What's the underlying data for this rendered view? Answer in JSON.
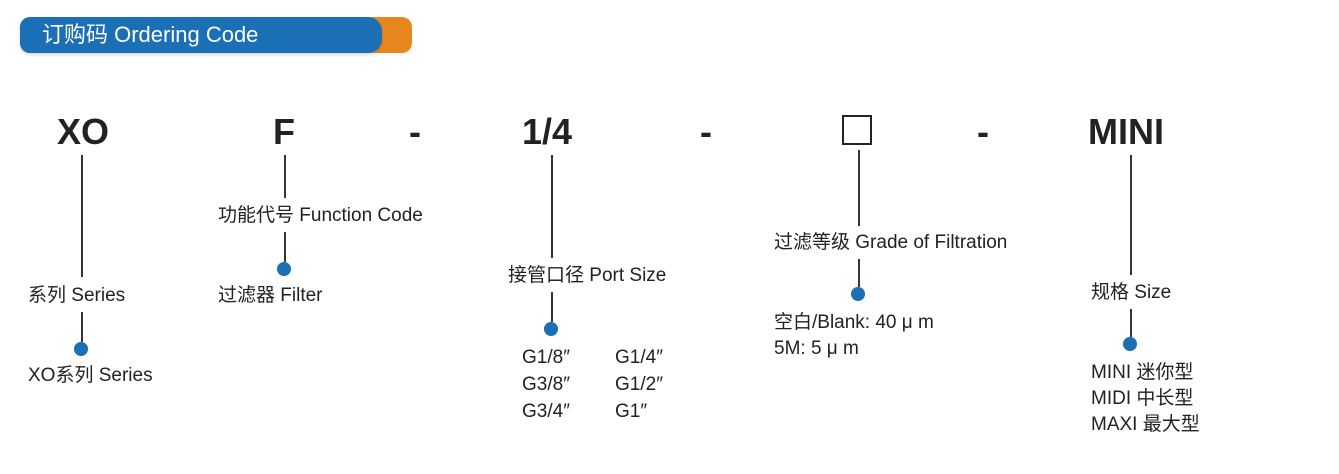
{
  "header": {
    "title": "订购码 Ordering Code",
    "accent": "#1a6fb5",
    "tab_color": "#e8861e"
  },
  "code": {
    "series": "XO",
    "function": "F",
    "dash1": "-",
    "port": "1/4",
    "dash2": "-",
    "dash3": "-",
    "size": "MINI"
  },
  "series": {
    "label": "系列 Series",
    "value": "XO系列 Series"
  },
  "function": {
    "label": "功能代号 Function Code",
    "value": "过滤器 Filter"
  },
  "port": {
    "label": "接管口径 Port Size",
    "options": [
      "G1/8″",
      "G1/4″",
      "G3/8″",
      "G1/2″",
      "G3/4″",
      "G1″"
    ]
  },
  "filtration": {
    "label": "过滤等级 Grade of Filtration",
    "options": [
      "空白/Blank: 40 μ m",
      "5M: 5 μ m"
    ]
  },
  "size": {
    "label": "规格 Size",
    "options": [
      "MINI 迷你型",
      "MIDI 中长型",
      "MAXI 最大型"
    ]
  }
}
